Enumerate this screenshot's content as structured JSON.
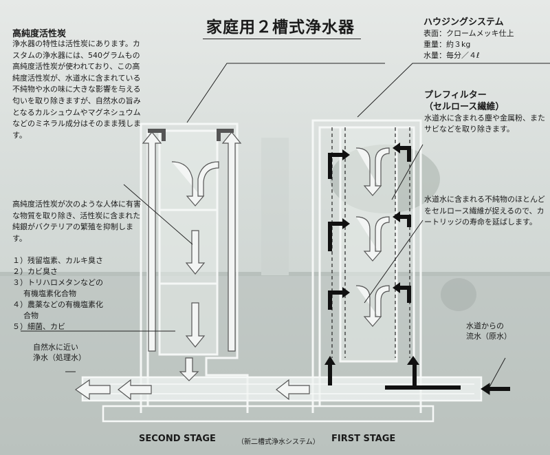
{
  "title": "家庭用２槽式浄水器",
  "left_panel": {
    "heading": "高純度活性炭",
    "para1": "浄水器の特性は活性炭にあります。カスタムの浄水器には、540グラムもの高純度活性炭が使われており、この高純度活性炭が、水道水に含まれている不純物や水の味に大きな影響を与える匂いを取り除きますが、自然水の旨みとなるカルシュウムやマグネシュウムなどのミネラル成分はそのまま残します。",
    "para2": "高純度活性炭が次のような人体に有害な物質を取り除き、活性炭に含まれた純銀がバクテリアの繁殖を抑制します。",
    "items": [
      "１）残留塩素、カルキ臭さ",
      "２）カビ臭さ",
      "３）トリハロメタンなどの",
      "有機塩素化合物",
      "４）農薬などの有機塩素化",
      "合物",
      "５）細菌、カビ"
    ]
  },
  "outlet_label": [
    "自然水に近い",
    "浄水（処理水）"
  ],
  "housing": {
    "heading": "ハウジングシステム",
    "lines": [
      "表面：クロームメッキ仕上",
      "重量：約３kg",
      "水量：毎分／４ℓ"
    ]
  },
  "prefilter": {
    "heading1": "プレフィルター",
    "heading2": "（セルロース繊維）",
    "body": "水道水に含まれる塵や金属粉、またサビなどを取り除きます。",
    "body2": "水道水に含まれる不純物のほとんどをセルロース繊維が捉えるので、カートリッジの寿命を延ばします。"
  },
  "inlet_label": [
    "水道からの",
    "流水（原水）"
  ],
  "footer": {
    "second_stage": "SECOND STAGE",
    "subtitle": "（新二槽式浄水システム）",
    "first_stage": "FIRST STAGE"
  }
}
